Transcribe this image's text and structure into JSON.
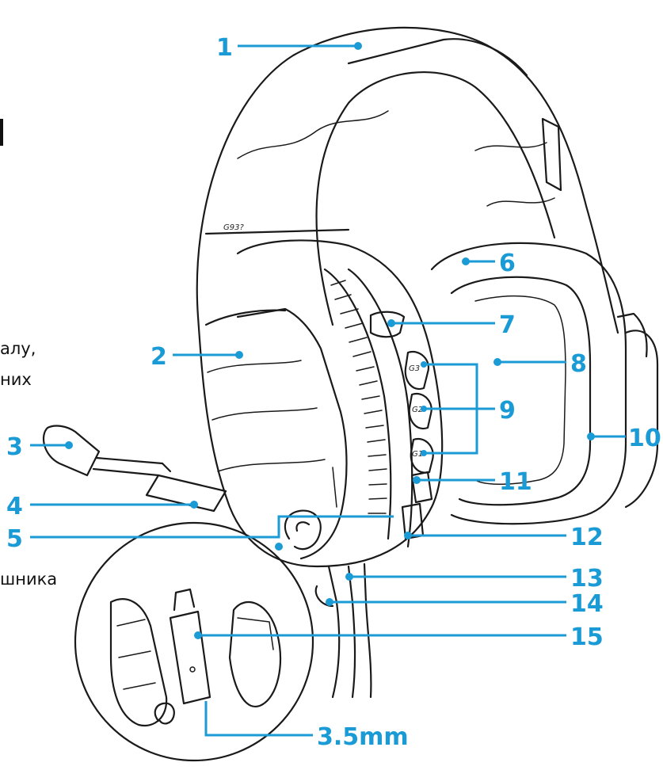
{
  "colors": {
    "callout": "#1b9bd6",
    "ink": "#1a1a1a",
    "background": "#ffffff"
  },
  "side_text": {
    "line1": "алу,",
    "line2": "них",
    "line3": "шника"
  },
  "model_mark": "G93?",
  "callouts": [
    {
      "id": "1",
      "text": "1"
    },
    {
      "id": "2",
      "text": "2"
    },
    {
      "id": "3",
      "text": "3"
    },
    {
      "id": "4",
      "text": "4"
    },
    {
      "id": "5",
      "text": "5"
    },
    {
      "id": "6",
      "text": "6"
    },
    {
      "id": "7",
      "text": "7"
    },
    {
      "id": "8",
      "text": "8"
    },
    {
      "id": "9",
      "text": "9"
    },
    {
      "id": "10",
      "text": "10"
    },
    {
      "id": "11",
      "text": "11"
    },
    {
      "id": "12",
      "text": "12"
    },
    {
      "id": "13",
      "text": "13"
    },
    {
      "id": "14",
      "text": "14"
    },
    {
      "id": "15",
      "text": "15"
    },
    {
      "id": "35mm",
      "text": "3.5mm"
    }
  ],
  "button_marks": {
    "g3": "G3",
    "g2": "G2",
    "g1": "G1"
  }
}
